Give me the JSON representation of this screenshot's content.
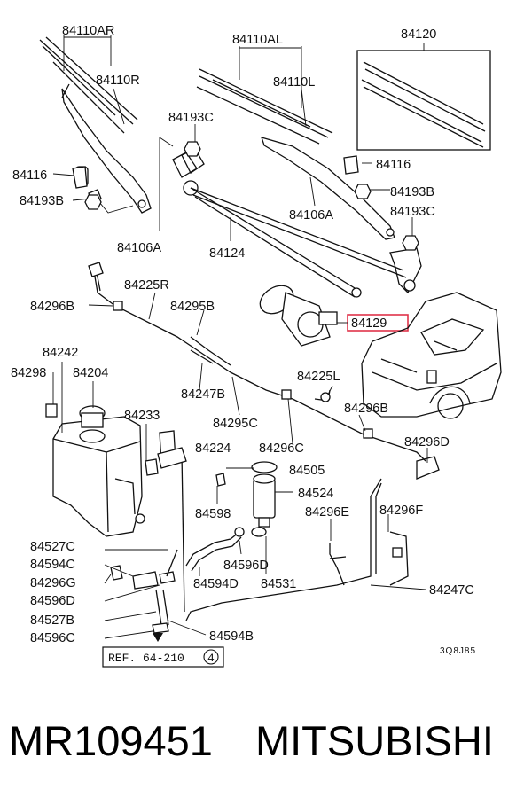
{
  "diagram": {
    "labels": {
      "l84110AR": "84110AR",
      "l84110R": "84110R",
      "l84110AL": "84110AL",
      "l84110L": "84110L",
      "l84120": "84120",
      "l84193C_a": "84193C",
      "l84116_a": "84116",
      "l84193B_a": "84193B",
      "l84106A_a": "84106A",
      "l84124": "84124",
      "l84116_b": "84116",
      "l84193B_b": "84193B",
      "l84106A_b": "84106A",
      "l84193C_b": "84193C",
      "l84225R": "84225R",
      "l84296B_a": "84296B",
      "l84295B": "84295B",
      "l84129": "84129",
      "l84242": "84242",
      "l84298": "84298",
      "l84204": "84204",
      "l84247B": "84247B",
      "l84225L": "84225L",
      "l84233": "84233",
      "l84295C": "84295C",
      "l84296B_b": "84296B",
      "l84224": "84224",
      "l84296C": "84296C",
      "l84296D": "84296D",
      "l84505": "84505",
      "l84524": "84524",
      "l84598": "84598",
      "l84296E": "84296E",
      "l84296F": "84296F",
      "l84527C": "84527C",
      "l84594C": "84594C",
      "l84596D_a": "84596D",
      "l84296G": "84296G",
      "l84596D_b": "84596D",
      "l84594D": "84594D",
      "l84531": "84531",
      "l84247C": "84247C",
      "l84527B": "84527B",
      "l84594B": "84594B",
      "l84596C": "84596C"
    },
    "reference": {
      "text": "REF. 64-210",
      "circled": "4"
    },
    "catalog_code": "3Q8J85",
    "highlight_color": "#e0334a"
  },
  "footer": {
    "part_number": "MR109451",
    "brand": "MITSUBISHI"
  }
}
